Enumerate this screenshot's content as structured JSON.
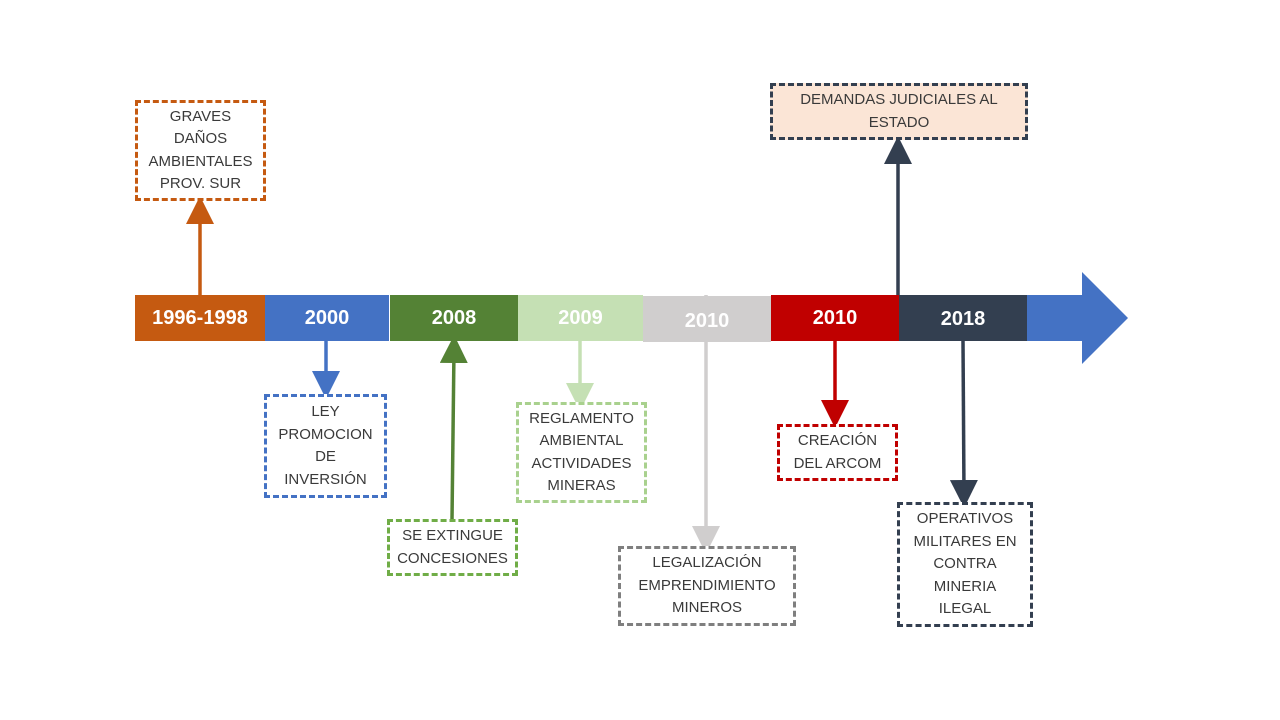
{
  "timeline": {
    "segments": [
      {
        "label": "1996-1998",
        "color": "#c55a11"
      },
      {
        "label": "2000",
        "color": "#4472c4"
      },
      {
        "label": "2008",
        "color": "#548235"
      },
      {
        "label": "2009",
        "color": "#c5e0b4"
      },
      {
        "label": "2010",
        "color": "#d0cece"
      },
      {
        "label": "2010",
        "color": "#c00000"
      },
      {
        "label": "2018",
        "color": "#333f50"
      }
    ],
    "arrow_color": "#4472c4"
  },
  "events": [
    {
      "text": "GRAVES\nDAÑOS\nAMBIENTALES\nPROV. SUR",
      "color": "#c55a11"
    },
    {
      "text": "LEY\nPROMOCION\nDE\nINVERSIÓN",
      "color": "#4472c4"
    },
    {
      "text": "SE EXTINGUE\nCONCESIONES",
      "color": "#70ad47"
    },
    {
      "text": "REGLAMENTO\nAMBIENTAL\nACTIVIDADES\nMINERAS",
      "color": "#a9d18e"
    },
    {
      "text": "LEGALIZACIÓN\nEMPRENDIMIENTO\nMINEROS",
      "color": "#7f7f7f"
    },
    {
      "text": "CREACIÓN\nDEL ARCOM",
      "color": "#c00000"
    },
    {
      "text": "DEMANDAS JUDICIALES AL\nESTADO",
      "color": "#333f50",
      "fill": "#fbe5d6"
    },
    {
      "text": "OPERATIVOS\nMILITARES EN\nCONTRA\nMINERIA\nILEGAL",
      "color": "#333f50"
    }
  ]
}
